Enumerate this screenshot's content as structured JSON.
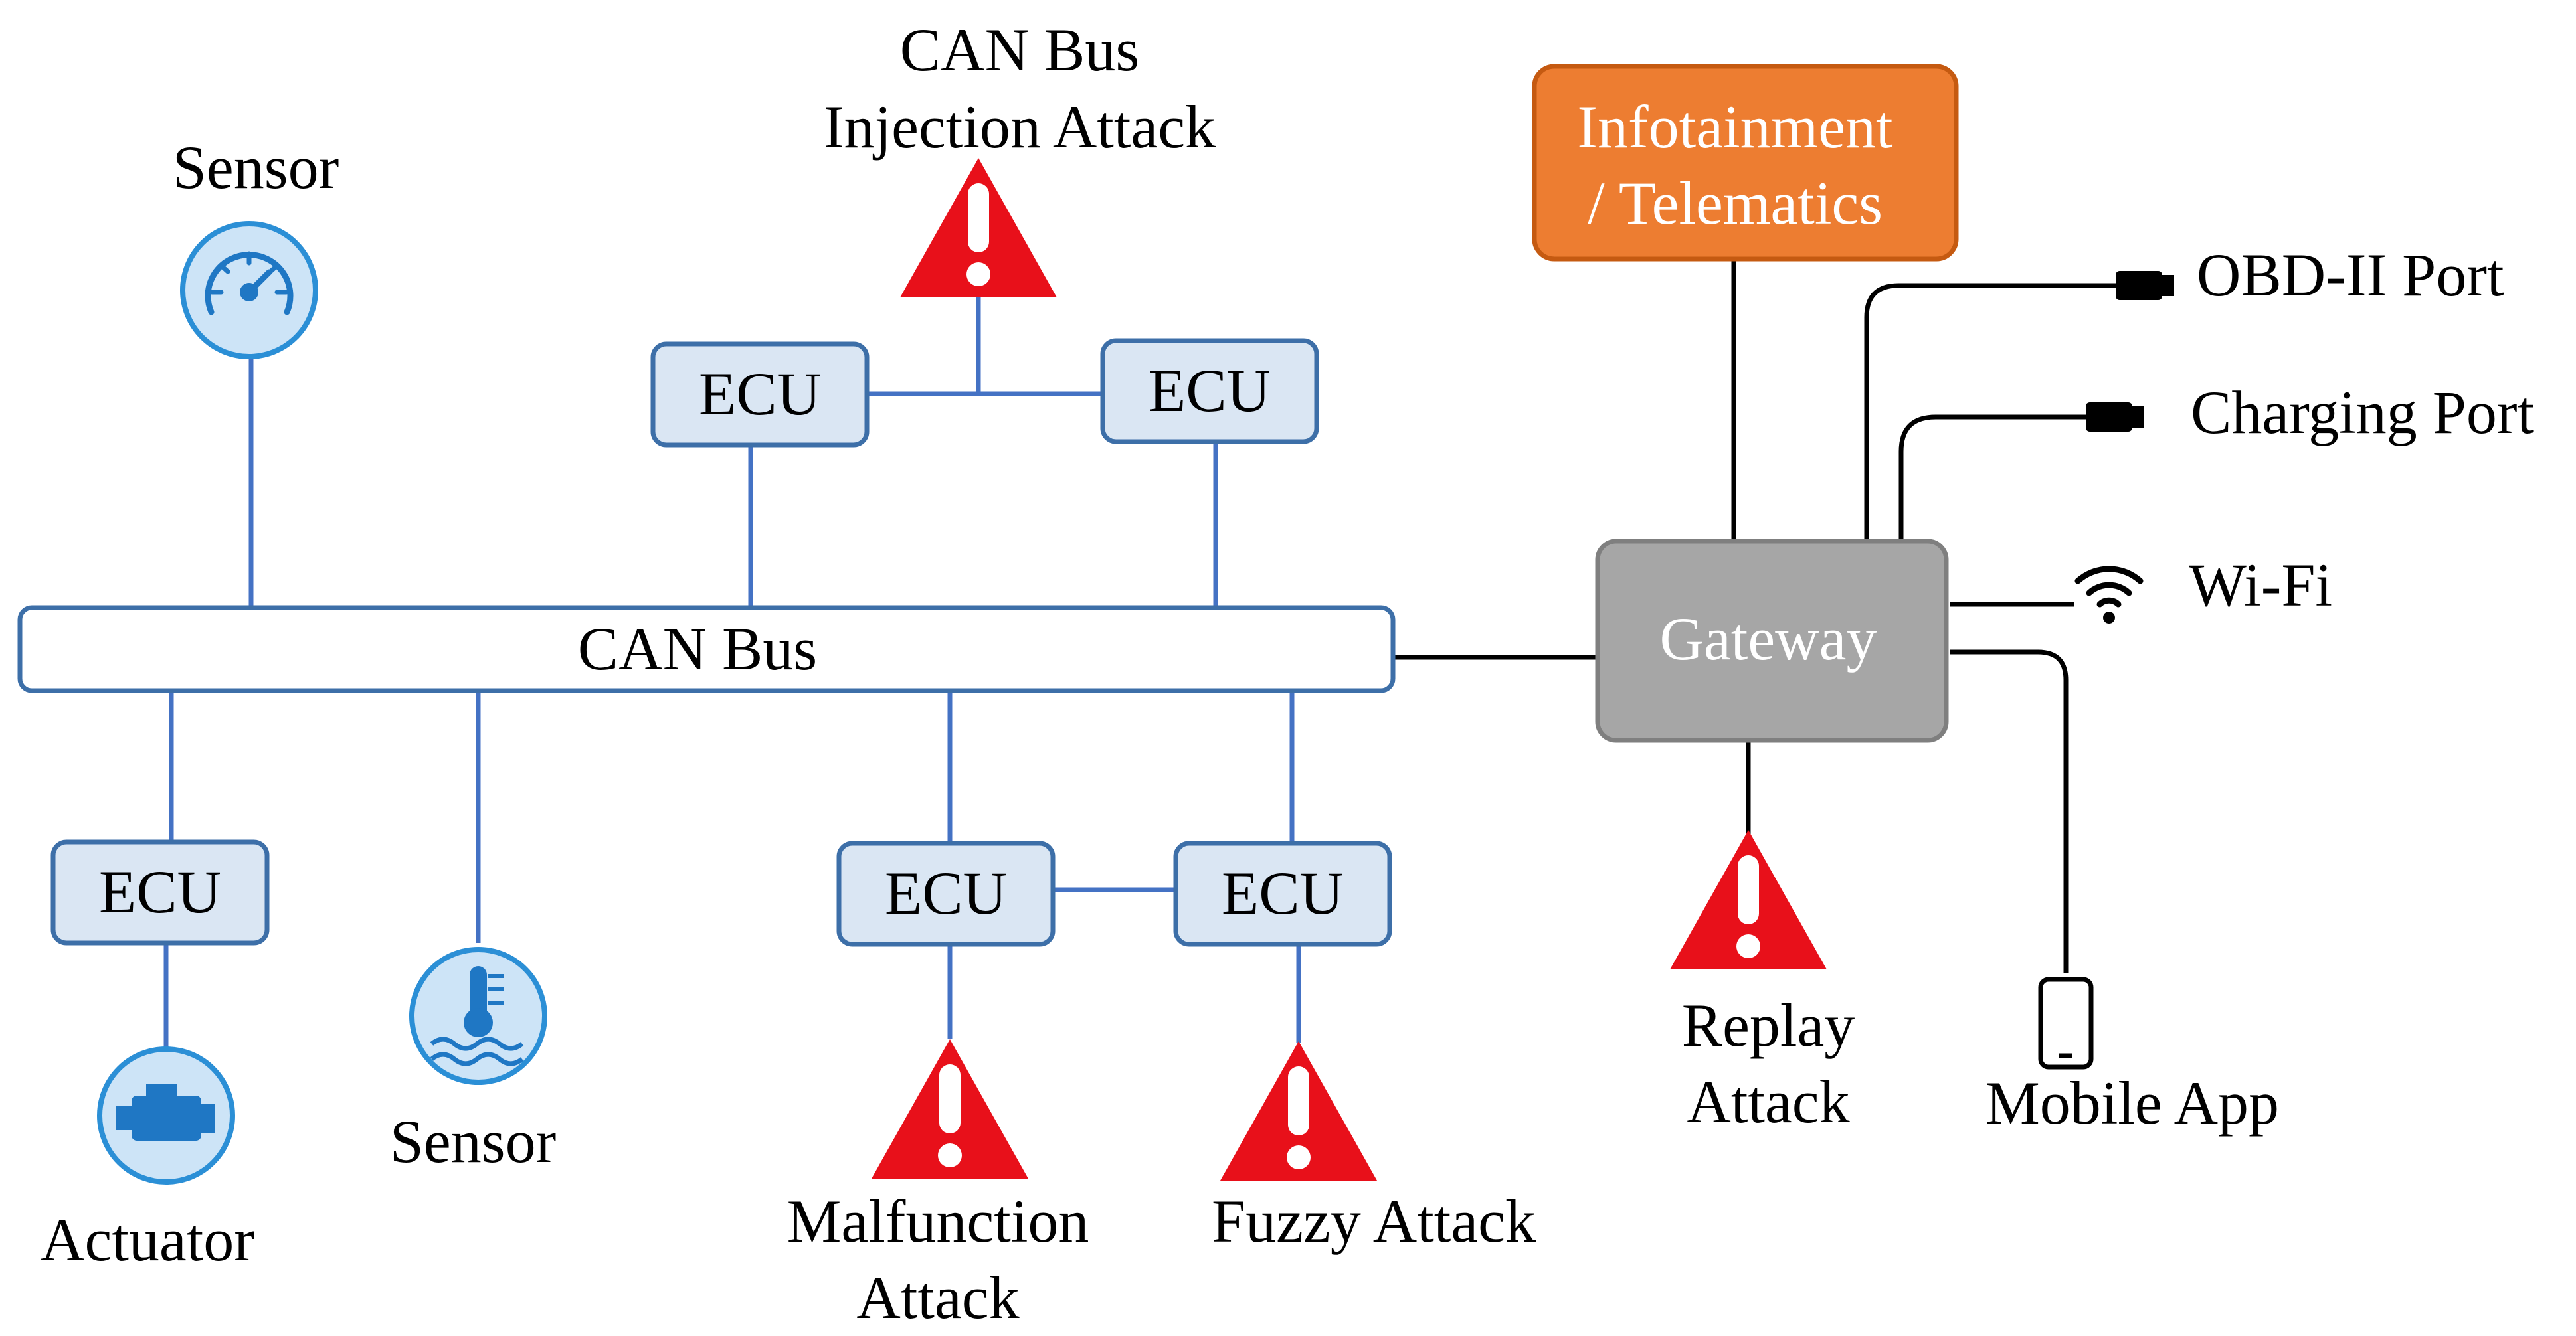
{
  "colors": {
    "bus_line": "#4472c4",
    "ecu_fill": "#dae6f3",
    "ecu_stroke": "#3d6fa8",
    "sensor_fill": "#cde4f7",
    "sensor_stroke": "#2b8fd6",
    "sensor_icon": "#1f77c4",
    "gateway_fill": "#a6a6a6",
    "gateway_stroke": "#7f7f7f",
    "infotainment_fill": "#ed7d31",
    "infotainment_stroke": "#c55a11",
    "attack_red": "#e8101a",
    "black_line": "#000000"
  },
  "can_bus": {
    "label": "CAN Bus"
  },
  "ecus": [
    {
      "id": "ecu_top_left",
      "label": "ECU"
    },
    {
      "id": "ecu_top_right",
      "label": "ECU"
    },
    {
      "id": "ecu_bottom_left",
      "label": "ECU"
    },
    {
      "id": "ecu_bottom_mid",
      "label": "ECU"
    },
    {
      "id": "ecu_bottom_right",
      "label": "ECU"
    }
  ],
  "components": {
    "sensor_top": {
      "label": "Sensor",
      "icon": "speedometer-icon"
    },
    "sensor_bottom": {
      "label": "Sensor",
      "icon": "temperature-icon"
    },
    "actuator": {
      "label": "Actuator",
      "icon": "engine-icon"
    }
  },
  "attacks": {
    "injection": {
      "line1": "CAN Bus",
      "line2": "Injection Attack",
      "icon": "warning-icon"
    },
    "malfunction": {
      "line1": "Malfunction",
      "line2": "Attack",
      "icon": "warning-icon"
    },
    "fuzzy": {
      "line1": "Fuzzy Attack",
      "icon": "warning-icon"
    },
    "replay": {
      "line1": "Replay",
      "line2": "Attack",
      "icon": "warning-icon"
    }
  },
  "gateway": {
    "label": "Gateway"
  },
  "infotainment": {
    "line1": "Infotainment",
    "line2": "/ Telematics"
  },
  "interfaces": {
    "obd": {
      "label": "OBD-II Port",
      "icon": "connector-icon"
    },
    "charging": {
      "label": "Charging Port",
      "icon": "connector-icon"
    },
    "wifi": {
      "label": "Wi-Fi",
      "icon": "wifi-icon"
    },
    "mobile": {
      "label": "Mobile App",
      "icon": "phone-icon"
    }
  }
}
